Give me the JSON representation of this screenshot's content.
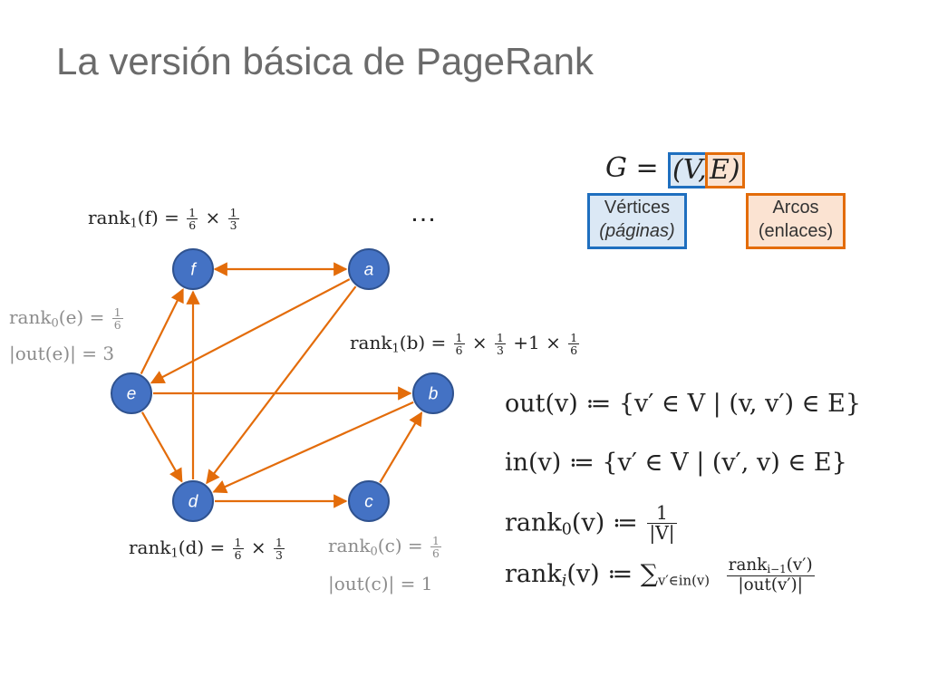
{
  "title": "La versión básica de PageRank",
  "graph": {
    "nodes": [
      {
        "id": "f",
        "label": "f"
      },
      {
        "id": "a",
        "label": "a"
      },
      {
        "id": "e",
        "label": "e"
      },
      {
        "id": "b",
        "label": "b"
      },
      {
        "id": "d",
        "label": "d"
      },
      {
        "id": "c",
        "label": "c"
      }
    ],
    "edges": [
      {
        "from": "f",
        "to": "a",
        "bidirectional": true
      },
      {
        "from": "e",
        "to": "f"
      },
      {
        "from": "a",
        "to": "e"
      },
      {
        "from": "a",
        "to": "d"
      },
      {
        "from": "d",
        "to": "f"
      },
      {
        "from": "e",
        "to": "b"
      },
      {
        "from": "b",
        "to": "d"
      },
      {
        "from": "e",
        "to": "d"
      },
      {
        "from": "d",
        "to": "c"
      },
      {
        "from": "c",
        "to": "b"
      }
    ],
    "edge_color": "#e36c0a",
    "node_color": "#4472c4"
  },
  "ellipsis": "…",
  "annotations": {
    "rank1_f": {
      "lhs": "rank",
      "sub": "1",
      "arg": "(f) =",
      "f1n": "1",
      "f1d": "6",
      "op": "×",
      "f2n": "1",
      "f2d": "3"
    },
    "rank0_e": {
      "lhs": "rank",
      "sub": "0",
      "arg": "(e) =",
      "fn": "1",
      "fd": "6"
    },
    "out_e": "|out(e)| = 3",
    "rank1_b": {
      "lhs": "rank",
      "sub": "1",
      "arg": "(b) =",
      "f1n": "1",
      "f1d": "6",
      "op": "×",
      "f2n": "1",
      "f2d": "3",
      "op2": "+1 ×",
      "f3n": "1",
      "f3d": "6"
    },
    "rank1_d": {
      "lhs": "rank",
      "sub": "1",
      "arg": "(d) =",
      "f1n": "1",
      "f1d": "6",
      "op": "×",
      "f2n": "1",
      "f2d": "3"
    },
    "rank0_c": {
      "lhs": "rank",
      "sub": "0",
      "arg": "(c) =",
      "fn": "1",
      "fd": "6"
    },
    "out_c": "|out(c)| = 1"
  },
  "gdef": {
    "lhs": "G =",
    "v": "(V,",
    "e": "E)"
  },
  "legend": {
    "vertices_line1": "Vértices",
    "vertices_line2": "(páginas)",
    "arcs_line1": "Arcos",
    "arcs_line2": "(enlaces)"
  },
  "formulas": {
    "out": "out(v) ≔ {v′ ∈ V | (v, v′) ∈ E}",
    "in": "in(v) ≔ {v′ ∈ V | (v′, v) ∈ E}",
    "rank0_lhs": "rank",
    "rank0_sub": "0",
    "rank0_mid": "(v) ≔",
    "rank0_num": "1",
    "rank0_den": "|V|",
    "ranki_lhs": "rank",
    "ranki_sub": "i",
    "ranki_mid": "(v) ≔ ∑",
    "ranki_sumsub": "v′∈in(v)",
    "ranki_num": "rank",
    "ranki_num_sub": "i−1",
    "ranki_num_arg": "(v′)",
    "ranki_den": "|out(v′)|"
  }
}
